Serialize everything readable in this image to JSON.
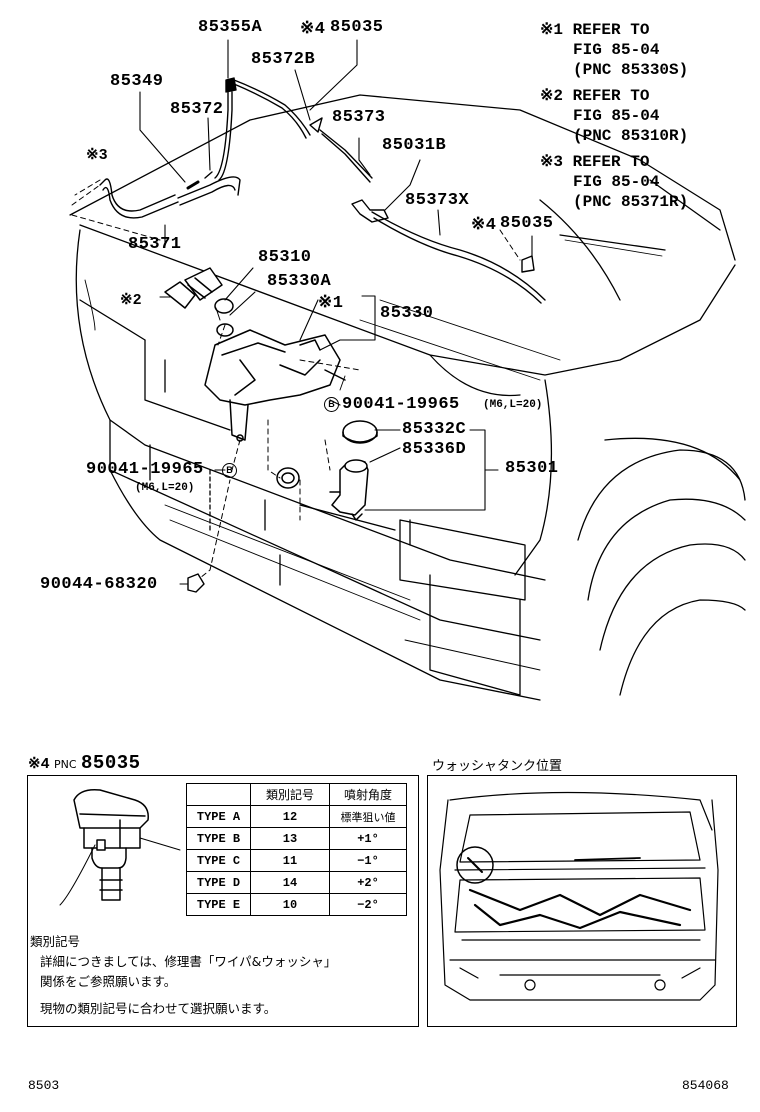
{
  "labels": {
    "p85355A": "85355A",
    "ref4a": "※4",
    "p85035a": "85035",
    "p85372B": "85372B",
    "p85349": "85349",
    "p85372": "85372",
    "p85373": "85373",
    "ref3": "※3",
    "p85031B": "85031B",
    "p85373X": "85373X",
    "ref4b": "※4",
    "p85035b": "85035",
    "p85371": "85371",
    "p85310": "85310",
    "ref2": "※2",
    "p85330A": "85330A",
    "ref1": "※1",
    "p85330": "85330",
    "p90041a": "90041-19965",
    "spec_a": "(M6,L=20)",
    "p85332C": "85332C",
    "p85336D": "85336D",
    "p85301": "85301",
    "p90041b": "90041-19965",
    "spec_b": "(M6,L=20)",
    "p90044": "90044-68320",
    "bolt_marker": "B"
  },
  "notes": [
    {
      "mark": "※1",
      "lines": [
        "REFER TO",
        "FIG 85-04",
        "(PNC 85330S)"
      ]
    },
    {
      "mark": "※2",
      "lines": [
        "REFER TO",
        "FIG 85-04",
        "(PNC 85310R)"
      ]
    },
    {
      "mark": "※3",
      "lines": [
        "REFER TO",
        "FIG 85-04",
        "(PNC 85371R)"
      ]
    }
  ],
  "inset_left": {
    "mark": "※4",
    "pnc_label": "PNC",
    "pnc": "85035",
    "caption": "類別記号",
    "table": {
      "headers": [
        "",
        "類別記号",
        "噴射角度"
      ],
      "rows": [
        [
          "TYPE A",
          "12",
          "標準狙い値"
        ],
        [
          "TYPE B",
          "13",
          "+1°"
        ],
        [
          "TYPE C",
          "11",
          "−1°"
        ],
        [
          "TYPE D",
          "14",
          "+2°"
        ],
        [
          "TYPE E",
          "10",
          "−2°"
        ]
      ]
    },
    "text1": "詳細につきましては、修理書「ワイパ&ウォッシャ」",
    "text2": "関係をご参照願います。",
    "text3": "現物の類別記号に合わせて選択願います。"
  },
  "inset_right": {
    "title": "ウォッシャタンク位置"
  },
  "footer": {
    "left": "8503",
    "right": "854068"
  }
}
